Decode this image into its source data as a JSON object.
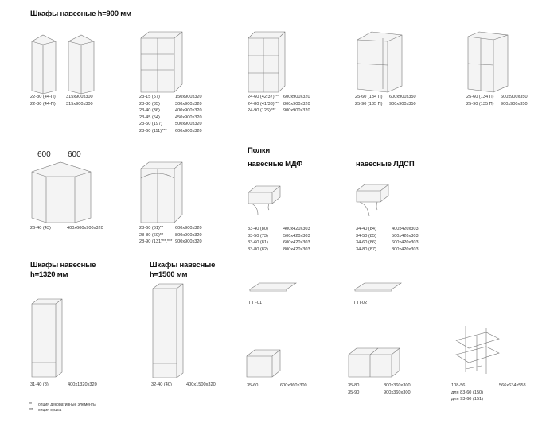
{
  "section_900": {
    "title": "Шкафы навесные h=900 мм"
  },
  "items_900": {
    "c22": {
      "codes": [
        "22-30 (44-П)",
        "22-30 (44-П)"
      ],
      "sizes": [
        "315x900x300",
        "315x900x300"
      ]
    },
    "c23": {
      "codes": [
        "23-15 (57)",
        "23-30 (35)",
        "23-40 (36)",
        "23-45 (54)",
        "23-50 (197)",
        "23-60 (111)***"
      ],
      "sizes": [
        "150x900x320",
        "300x900x320",
        "400x900x320",
        "450x900x320",
        "500x900x320",
        "600x900x320"
      ]
    },
    "c24": {
      "codes": [
        "24-60 (42/37)***",
        "24-80 (41/38)***",
        "24-90 (126)***"
      ],
      "sizes": [
        "600x900x320",
        "800x900x320",
        "900x900x320"
      ]
    },
    "c25a": {
      "codes": [
        "25-60 (134 П)",
        "25-90 (135 П)"
      ],
      "sizes": [
        "600x900x350",
        "900x900x350"
      ]
    },
    "c25b": {
      "codes": [
        "25-60 (134 П)",
        "25-90 (135 П)"
      ],
      "sizes": [
        "600x900x350",
        "900x900x350"
      ]
    },
    "c26": {
      "dims": [
        "600",
        "600"
      ],
      "codes": [
        "26-40 (43)"
      ],
      "sizes": [
        "400x600x900x320"
      ]
    },
    "c28": {
      "codes": [
        "28-60 (61)**",
        "28-80 (60)**",
        "28-90 (131)**,***"
      ],
      "sizes": [
        "600x900x320",
        "800x900x320",
        "900x900x320"
      ]
    }
  },
  "shelves": {
    "title": "Полки",
    "mdf_title": "навесные МДФ",
    "ldsp_title": "навесные ЛДСП",
    "c33": {
      "codes": [
        "33-40 (80)",
        "33-50 (73)",
        "33-60 (81)",
        "33-80 (82)"
      ],
      "sizes": [
        "400x420x303",
        "500x420x303",
        "600x420x303",
        "800x420x303"
      ]
    },
    "c34": {
      "codes": [
        "34-40 (84)",
        "34-50 (85)",
        "34-60 (86)",
        "34-80 (87)"
      ],
      "sizes": [
        "400x420x303",
        "500x420x303",
        "600x420x303",
        "800x420x303"
      ]
    },
    "pp01": "ПП-01",
    "pp02": "ПП-02",
    "c35a": {
      "codes": [
        "35-60"
      ],
      "sizes": [
        "600x360x300"
      ]
    },
    "c35b": {
      "codes": [
        "35-80",
        "35-90"
      ],
      "sizes": [
        "800x360x300",
        "900x360x300"
      ]
    },
    "c108": {
      "codes": [
        "108-56",
        "для 83-60 (150)",
        "для 93-60 (151)"
      ],
      "sizes": [
        "566x634x558"
      ]
    }
  },
  "section_1320": {
    "title_1": "Шкафы навесные",
    "title_2": "h=1320 мм",
    "codes": [
      "31-40 (8)"
    ],
    "sizes": [
      "400x1320x320"
    ]
  },
  "section_1500": {
    "title_1": "Шкафы навесные",
    "title_2": "h=1500 мм",
    "codes": [
      "32-40 (40)"
    ],
    "sizes": [
      "400x1500x320"
    ]
  },
  "footnotes": [
    {
      "mark": "**",
      "text": "опция декоративные элементы"
    },
    {
      "mark": "***",
      "text": "опция сушка"
    }
  ]
}
